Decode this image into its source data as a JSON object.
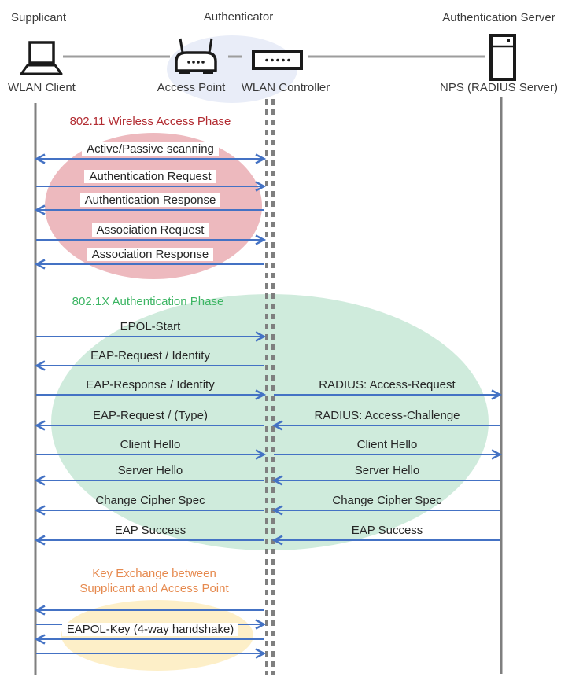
{
  "header": {
    "roles": [
      {
        "id": "supplicant",
        "label": "Supplicant"
      },
      {
        "id": "authenticator",
        "label": "Authenticator"
      },
      {
        "id": "authentication-server",
        "label": "Authentication Server"
      }
    ],
    "nodes": [
      {
        "id": "wlan-client",
        "label": "WLAN Client",
        "icon": "laptop-icon"
      },
      {
        "id": "access-point",
        "label": "Access Point",
        "icon": "access-point-icon"
      },
      {
        "id": "wlan-controller",
        "label": "WLAN Controller",
        "icon": "wlan-controller-icon"
      },
      {
        "id": "nps",
        "label": "NPS (RADIUS Server)",
        "icon": "server-icon"
      }
    ]
  },
  "phases": [
    {
      "title": "802.11 Wireless Access Phase",
      "color": "#B22B31",
      "ellipse_color": "#EDB9BE"
    },
    {
      "title": "802.1X Authentication Phase",
      "color": "#3CB563",
      "ellipse_color": "#CFEBDC"
    },
    {
      "title_line1": "Key Exchange between",
      "title_line2": "Supplicant and Access Point",
      "color": "#E68A4F",
      "ellipse_color": "#FDEFC8"
    }
  ],
  "messages": {
    "supplicant_to_authenticator": [
      {
        "label": "Active/Passive scanning",
        "direction": "both"
      },
      {
        "label": "Authentication Request",
        "direction": "right"
      },
      {
        "label": "Authentication Response",
        "direction": "left"
      },
      {
        "label": "Association Request",
        "direction": "right"
      },
      {
        "label": "Association Response",
        "direction": "left"
      },
      {
        "label": "EPOL-Start",
        "direction": "right"
      },
      {
        "label": "EAP-Request / Identity",
        "direction": "left"
      },
      {
        "label": "EAP-Response / Identity",
        "direction": "right"
      },
      {
        "label": "EAP-Request / (Type)",
        "direction": "left"
      },
      {
        "label": "Client Hello",
        "direction": "right"
      },
      {
        "label": "Server Hello",
        "direction": "left"
      },
      {
        "label": "Change Cipher Spec",
        "direction": "left"
      },
      {
        "label": "EAP Success",
        "direction": "left"
      },
      {
        "label": "",
        "direction": "left"
      },
      {
        "label": "",
        "direction": "right"
      },
      {
        "label": "EAPOL-Key (4-way handshake)",
        "direction": "left"
      },
      {
        "label": "",
        "direction": "right"
      }
    ],
    "authenticator_to_server": [
      {
        "label": "RADIUS: Access-Request",
        "direction": "right"
      },
      {
        "label": "RADIUS: Access-Challenge",
        "direction": "left"
      },
      {
        "label": "Client Hello",
        "direction": "right"
      },
      {
        "label": "Server Hello",
        "direction": "left"
      },
      {
        "label": "Change Cipher Spec",
        "direction": "left"
      },
      {
        "label": "EAP Success",
        "direction": "left"
      }
    ]
  },
  "colors": {
    "arrow": "#4472C4",
    "lifeline": "#7F7F7F",
    "connector": "#9D9D9D",
    "icon": "#1A1A1A",
    "text": "#262626",
    "authenticator_ellipse": "#E9EDF8"
  }
}
